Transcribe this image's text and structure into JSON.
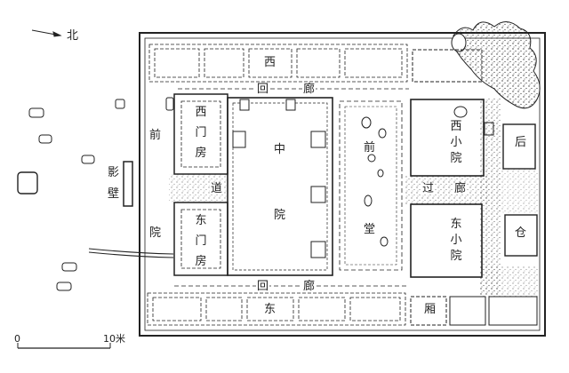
{
  "north": {
    "label": "北"
  },
  "rooms": {
    "west_wing": "西",
    "west_corridor": [
      "回",
      "廊"
    ],
    "front_yard": [
      "前",
      "院"
    ],
    "screen_wall": [
      "影",
      "壁"
    ],
    "west_gatehouse": [
      "西",
      "门",
      "房"
    ],
    "passage": "道",
    "east_gatehouse": [
      "东",
      "门",
      "房"
    ],
    "central_court": [
      "中",
      "院"
    ],
    "front_hall": [
      "前",
      "堂"
    ],
    "west_small_court": [
      "西",
      "小",
      "院"
    ],
    "passage_corridor": [
      "过",
      "廊"
    ],
    "east_small_court": [
      "东",
      "小",
      "院"
    ],
    "back_hall": "后",
    "granary": "仓",
    "east_corridor": [
      "回",
      "廊"
    ],
    "east_wing": "东",
    "side_room": "厢"
  },
  "scale": {
    "zero": "0",
    "end": "10米"
  }
}
